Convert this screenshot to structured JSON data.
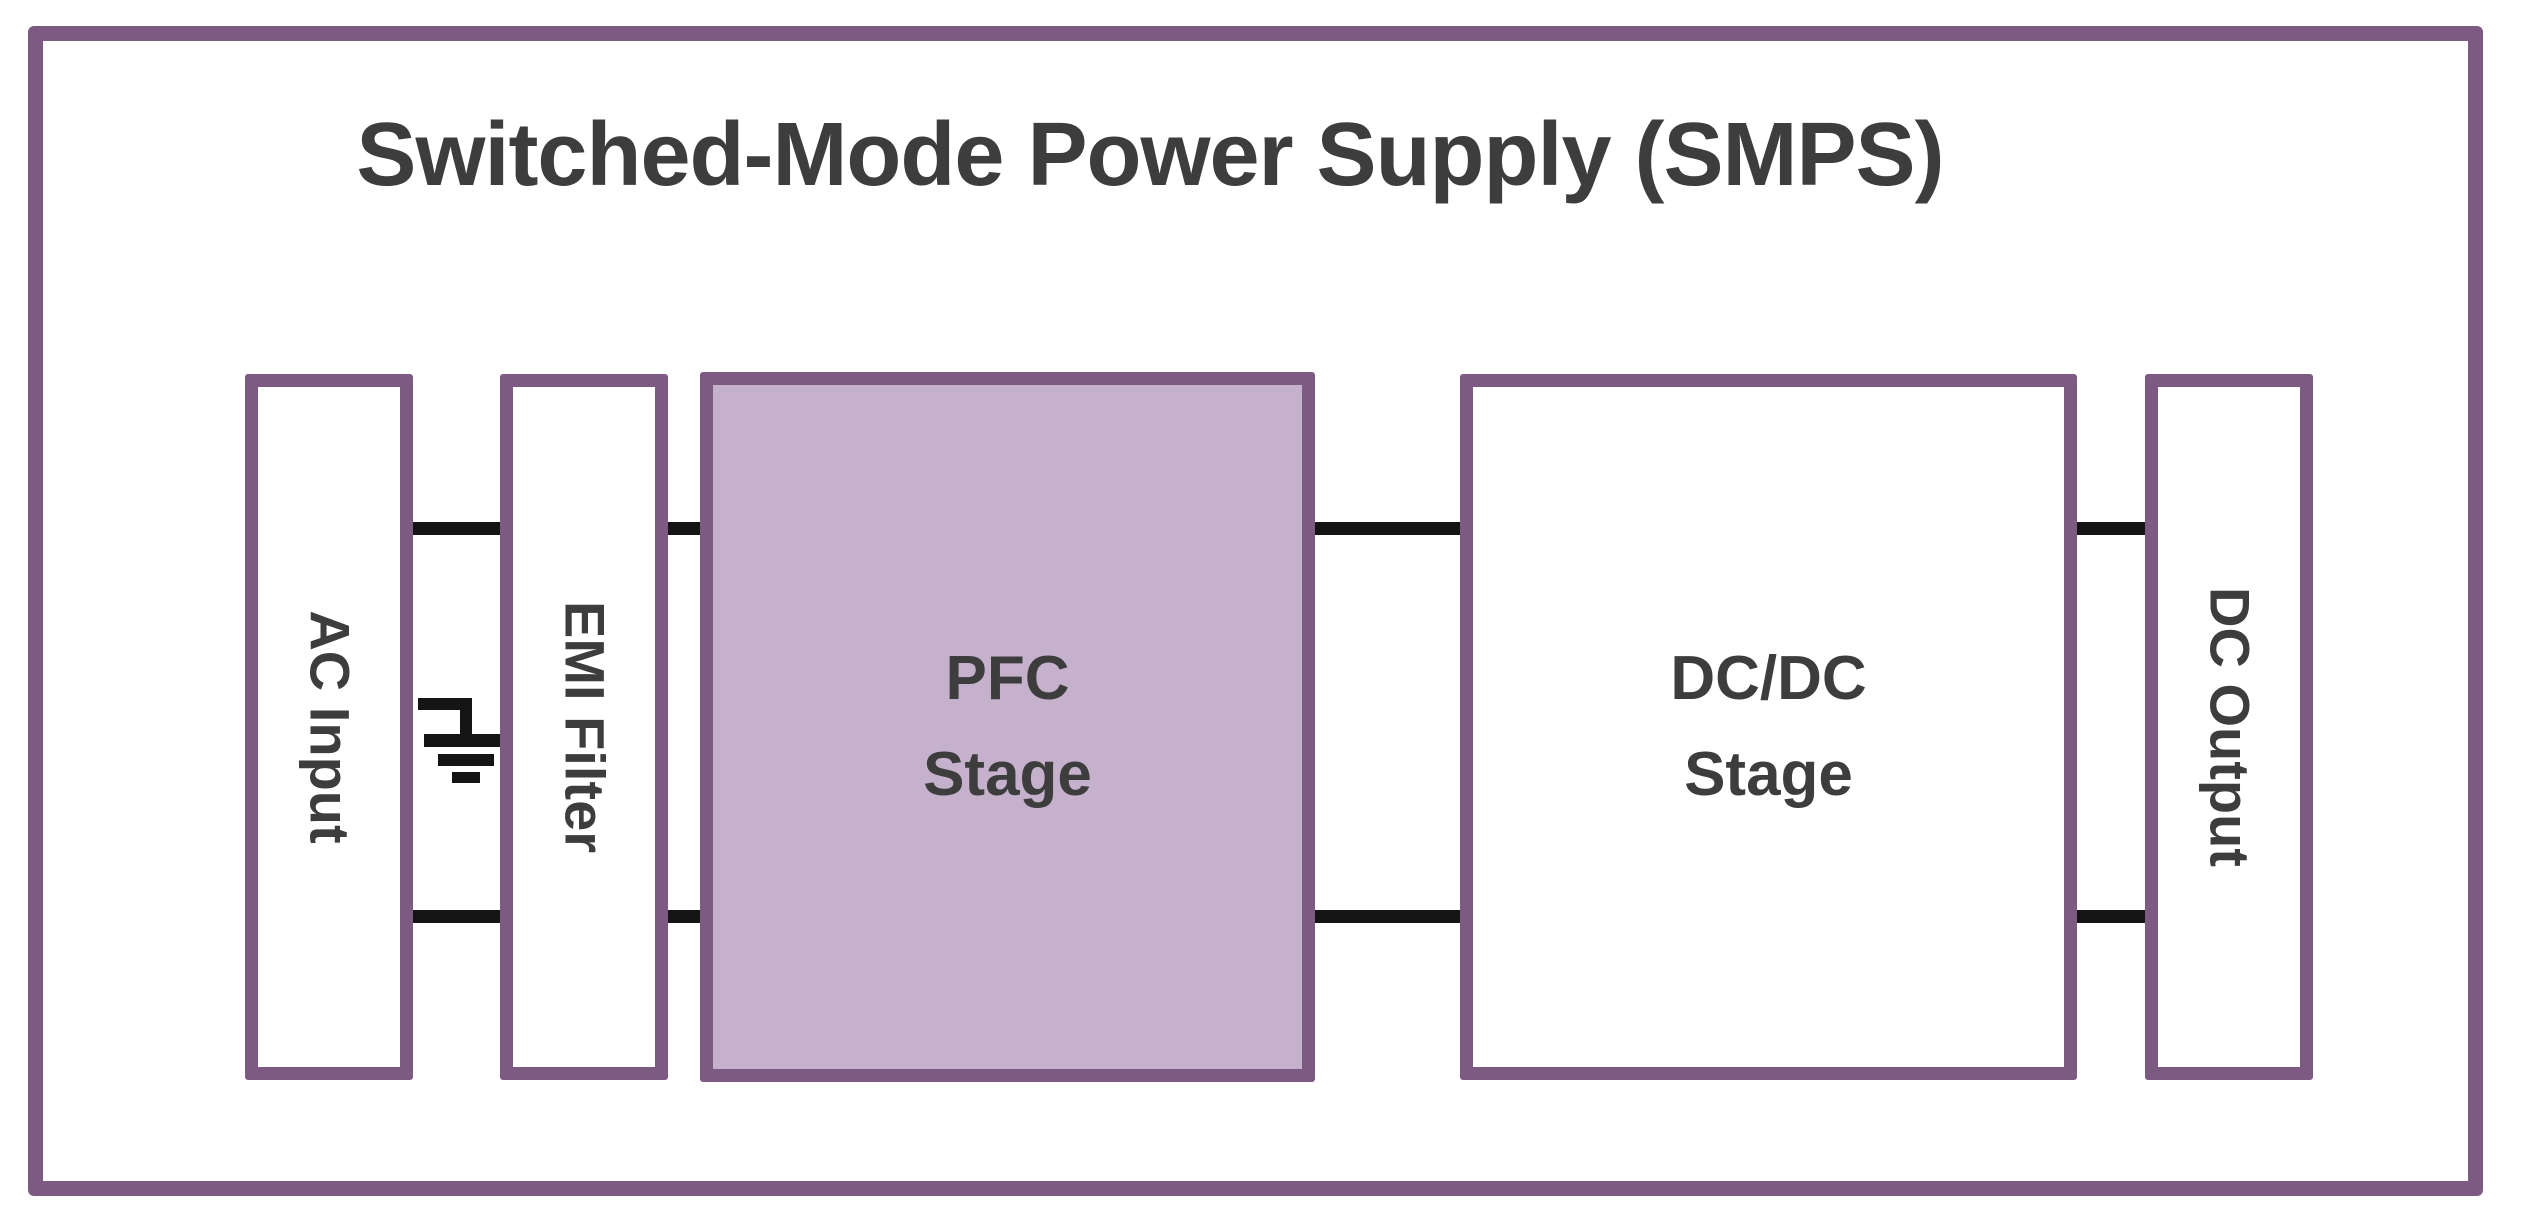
{
  "diagram": {
    "title": "Switched-Mode Power Supply (SMPS)",
    "colors": {
      "frame_border": "#7d5a82",
      "block_border": "#7d5a82",
      "block_fill_default": "#ffffff",
      "block_fill_highlight": "#c6b1cd",
      "wire": "#141414",
      "text": "#3d3d3d",
      "background": "#ffffff"
    },
    "blocks": [
      {
        "id": "ac-input",
        "label": "AC Input",
        "orientation": "vertical",
        "highlighted": false
      },
      {
        "id": "emi-filter",
        "label": "EMI Filter",
        "orientation": "vertical",
        "highlighted": false
      },
      {
        "id": "pfc-stage",
        "label_line1": "PFC",
        "label_line2": "Stage",
        "orientation": "horizontal",
        "highlighted": true
      },
      {
        "id": "dcdc-stage",
        "label_line1": "DC/DC",
        "label_line2": "Stage",
        "orientation": "horizontal",
        "highlighted": false
      },
      {
        "id": "dc-output",
        "label": "DC Output",
        "orientation": "vertical",
        "highlighted": false
      }
    ],
    "connections": [
      {
        "id": "ac-emi",
        "from": "ac-input",
        "to": "emi-filter",
        "lines": 2
      },
      {
        "id": "emi-pfc",
        "from": "emi-filter",
        "to": "pfc-stage",
        "lines": 2
      },
      {
        "id": "pfc-dcdc",
        "from": "pfc-stage",
        "to": "dcdc-stage",
        "lines": 2
      },
      {
        "id": "dcdc-out",
        "from": "dcdc-stage",
        "to": "dc-output",
        "lines": 2
      }
    ],
    "symbols": [
      {
        "id": "earth-ground",
        "name": "earth-ground-symbol",
        "attached_to": "ac-emi"
      }
    ]
  }
}
